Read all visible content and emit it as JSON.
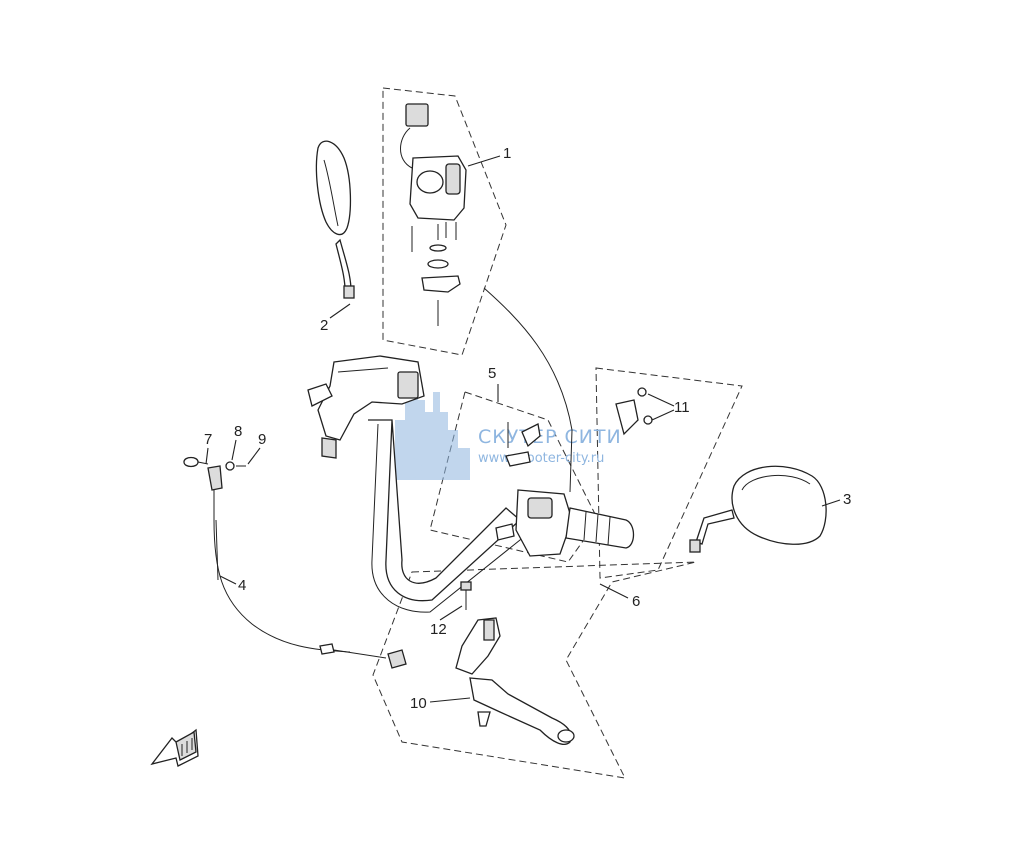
{
  "callouts": {
    "c1": "1",
    "c2": "2",
    "c3": "3",
    "c4": "4",
    "c5": "5",
    "c6": "6",
    "c7": "7",
    "c8": "8",
    "c9": "9",
    "c10": "10",
    "c11": "11",
    "c12": "12"
  },
  "watermark": {
    "title": "СКУТЕР СИТИ",
    "url": "www.scooter-city.ru",
    "color": "#8fb6e0"
  },
  "icons": {
    "direction_arrow": "front-direction-arrow-icon"
  }
}
